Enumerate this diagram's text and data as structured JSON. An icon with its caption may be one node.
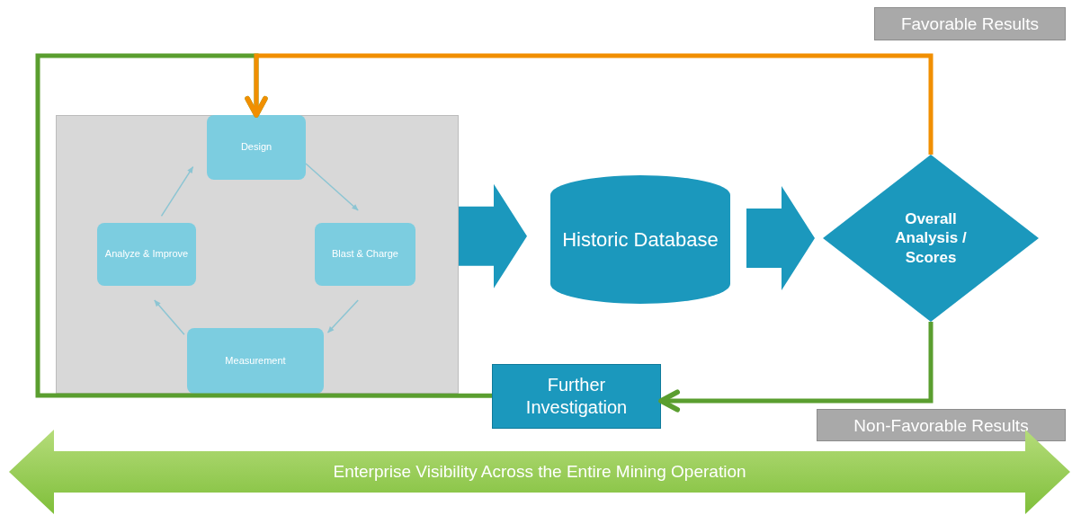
{
  "diagram": {
    "nodes": [
      {
        "text": [],
        "shape": "box"
      },
      {
        "text": [
          "Design"
        ],
        "in": 0
      },
      {
        "text": [
          "Blast & Charge"
        ],
        "in": 0
      },
      {
        "text": [
          "Measurement"
        ],
        "in": 0
      },
      {
        "text": [
          "Analyze & Improve"
        ],
        "in": 0
      },
      {
        "text": [
          "Historic Database"
        ]
      },
      {
        "text": [
          "Overall Analysis / Scores"
        ]
      },
      {
        "text": [
          "Further Investigation"
        ]
      },
      {
        "text": [
          "Favorable Results"
        ]
      },
      {
        "text": [
          "Non-Favorable Results"
        ]
      },
      {
        "text": [
          "Enterprise Visibility Across the Entire Mining Operation"
        ]
      }
    ],
    "edges": [
      {
        "from": 1,
        "to": 2,
        "arrow": "to"
      },
      {
        "from": 2,
        "to": 3,
        "arrow": "to"
      },
      {
        "from": 3,
        "to": 4,
        "arrow": "to"
      },
      {
        "from": 4,
        "to": 1,
        "arrow": "to"
      },
      {
        "from": 0,
        "to": 5,
        "arrow": "to",
        "style": "thick"
      },
      {
        "from": 5,
        "to": 6,
        "arrow": "to",
        "style": "thick"
      },
      {
        "from": 6,
        "to": 1,
        "arrow": "to",
        "style": "thick",
        "color": "#f18f00"
      },
      {
        "from": 6,
        "to": 7,
        "arrow": "to",
        "style": "thick",
        "color": "#5a9e2f"
      },
      {
        "from": 7,
        "to": 1,
        "arrow": "to",
        "style": "thick",
        "color": "#5a9e2f"
      }
    ]
  }
}
